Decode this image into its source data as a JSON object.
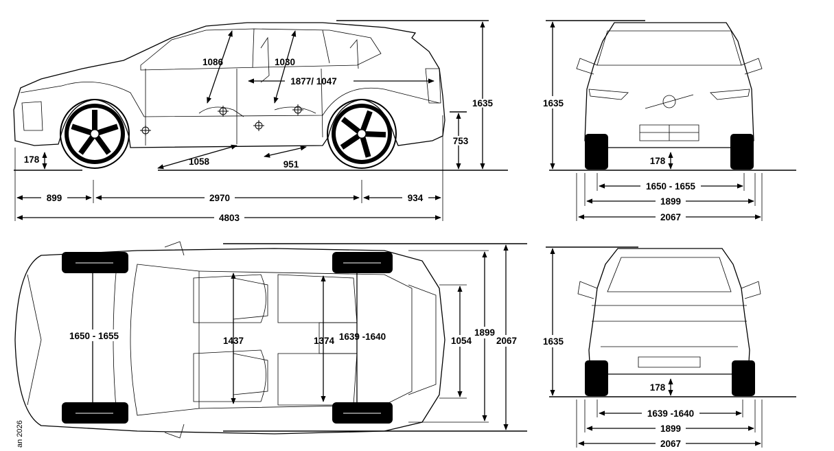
{
  "credit": "an 2026",
  "side_view": {
    "headroom_front": "1086",
    "headroom_rear": "1030",
    "cargo_length": "1877/ 1047",
    "height": "1635",
    "load_height": "753",
    "ground_clearance": "178",
    "legroom_front": "1058",
    "legroom_rear": "951",
    "front_overhang": "899",
    "wheelbase": "2970",
    "rear_overhang": "934",
    "length": "4803"
  },
  "front_view": {
    "height": "1635",
    "ground_clearance": "178",
    "track": "1650 - 1655",
    "width": "1899",
    "width_mirrors": "2067"
  },
  "top_view": {
    "front_track": "1650 - 1655",
    "shoulder_front": "1437",
    "shoulder_rear": "1374",
    "rear_track": "1639 -1640",
    "cargo_width": "1054",
    "width": "1899",
    "width_mirrors": "2067"
  },
  "rear_view": {
    "height": "1635",
    "ground_clearance": "178",
    "track": "1639 -1640",
    "width": "1899",
    "width_mirrors": "2067"
  }
}
